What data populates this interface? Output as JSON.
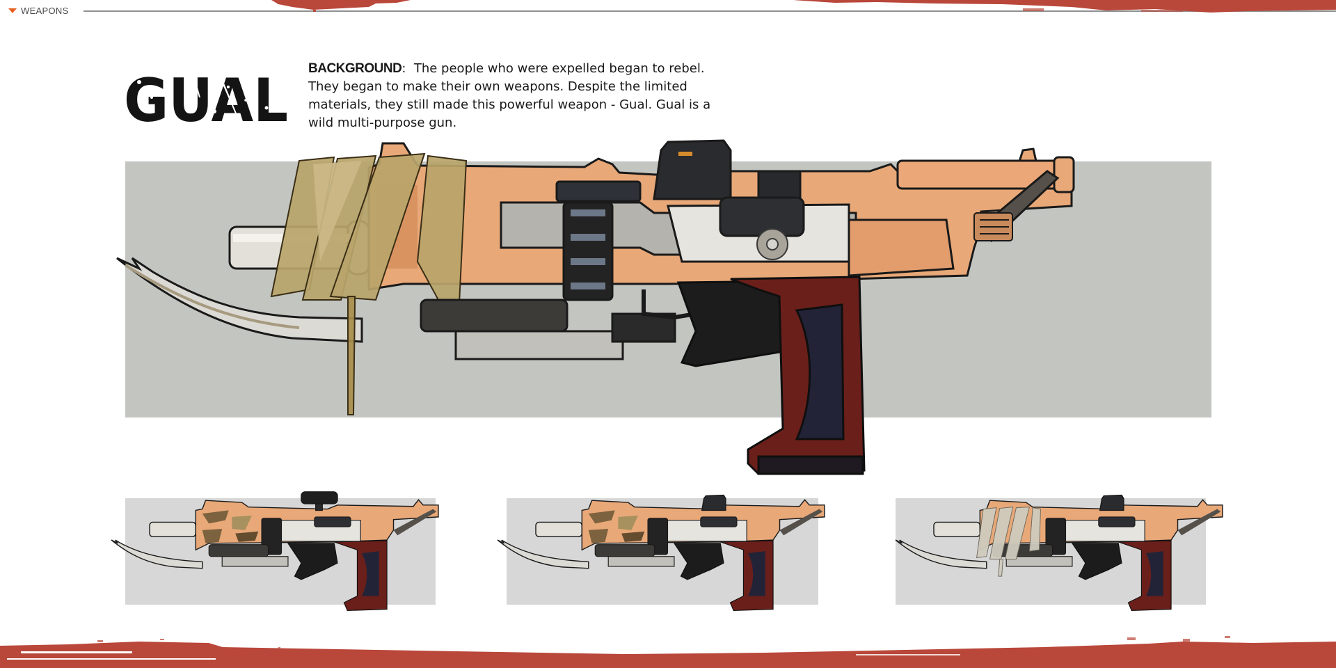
{
  "header": {
    "section_label": "WEAPONS",
    "accent_color": "#e5601f",
    "line_color": "#8f8f8f",
    "brush_color": "#b9473a"
  },
  "weapon": {
    "name": "GUAL",
    "background_label": "BACKGROUND",
    "background_separator": ":",
    "background_text": "The people who were expelled began to rebel. They began to make their own weapons. Despite the limited materials, they still made this powerful weapon - Gual. Gual is a wild multi-purpose gun.",
    "main_variant": "wrapped-cloth",
    "variants": [
      {
        "label": "camo-variant-1",
        "finish": "camouflage",
        "sight": "scope"
      },
      {
        "label": "camo-variant-2",
        "finish": "camouflage",
        "sight": "reflex-sight"
      },
      {
        "label": "wrapped-variant",
        "finish": "bandage-wrapped",
        "sight": "reflex-sight"
      }
    ]
  },
  "colors": {
    "body_orange": "#e8a878",
    "body_shade": "#c97f4d",
    "panel_gray": "#c3c5c0",
    "thumb_panel_gray": "#d7d7d7",
    "grip_red": "#6b1f1a",
    "grip_black": "#1c1c1c",
    "metal_silver": "#d9d9d4",
    "wrap_tan": "#b9a46a",
    "camo_brown": "#6a5634",
    "camo_olive": "#9c8e5a"
  }
}
